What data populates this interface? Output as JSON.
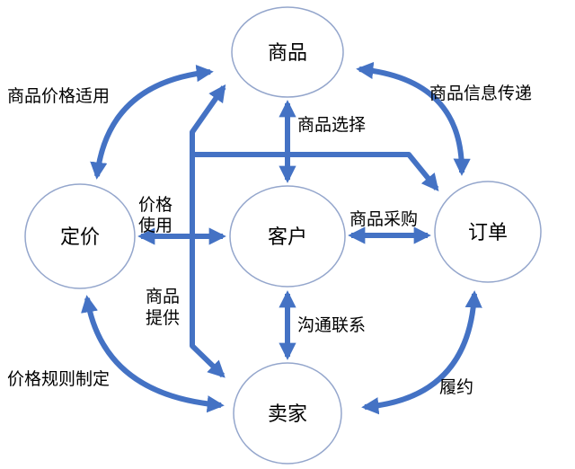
{
  "diagram": {
    "background": "#ffffff",
    "arrow_color": "#4472C4",
    "node_fill": "#ffffff",
    "node_stroke": "#94a6cc",
    "text_color": "#000000"
  },
  "nodes": [
    {
      "id": "product",
      "label": "商品"
    },
    {
      "id": "pricing",
      "label": "定价"
    },
    {
      "id": "customer",
      "label": "客户"
    },
    {
      "id": "order",
      "label": "订单"
    },
    {
      "id": "seller",
      "label": "卖家"
    }
  ],
  "edges": [
    {
      "id": "pricing-product",
      "from": "定价",
      "to": "商品",
      "label": "商品价格适用",
      "bidirectional": true
    },
    {
      "id": "product-order",
      "from": "商品",
      "to": "订单",
      "label": "商品信息传递",
      "bidirectional": true
    },
    {
      "id": "product-customer",
      "from": "商品",
      "to": "客户",
      "label": "商品选择",
      "bidirectional": true
    },
    {
      "id": "pricing-customer",
      "from": "定价",
      "to": "客户",
      "label": "价格使用",
      "label_lines": [
        "价格",
        "使用"
      ],
      "bidirectional": true
    },
    {
      "id": "customer-order",
      "from": "客户",
      "to": "订单",
      "label": "商品采购",
      "bidirectional": true
    },
    {
      "id": "customer-seller",
      "from": "客户",
      "to": "卖家",
      "label": "沟通联系",
      "bidirectional": true
    },
    {
      "id": "pricing-seller",
      "from": "定价",
      "to": "卖家",
      "label": "价格规则制定",
      "bidirectional": true
    },
    {
      "id": "order-seller",
      "from": "订单",
      "to": "卖家",
      "label": "履约",
      "bidirectional": true
    },
    {
      "id": "seller-product",
      "from": "卖家",
      "to": "商品",
      "label": "商品提供",
      "label_lines": [
        "商品",
        "提供"
      ],
      "bidirectional": true
    },
    {
      "id": "seller-order",
      "from": "卖家",
      "to": "订单",
      "label": "",
      "bidirectional": false
    }
  ]
}
